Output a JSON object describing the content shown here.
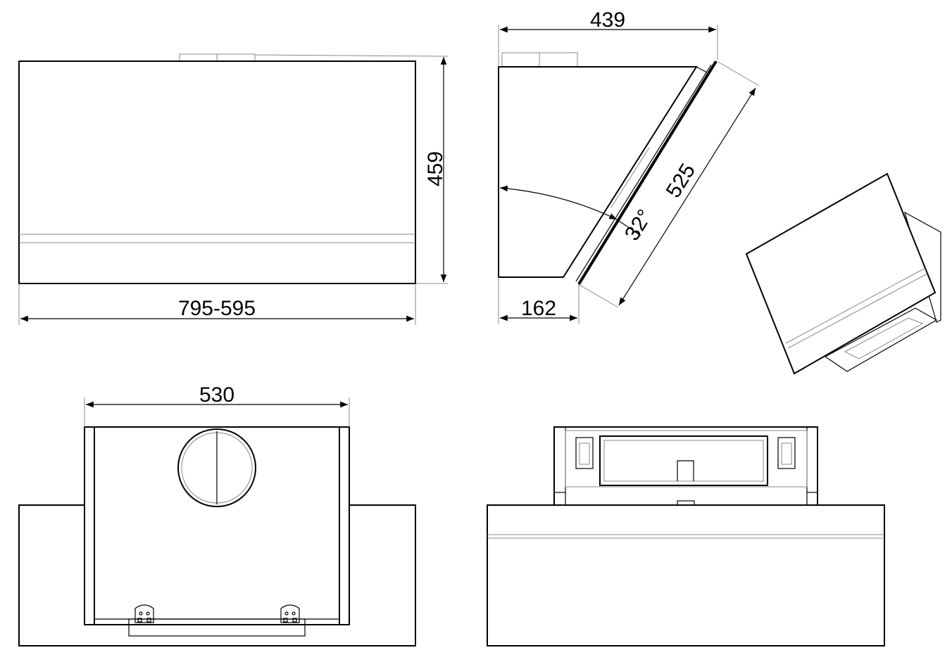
{
  "drawing": {
    "front_view": {
      "height_label": "459",
      "width_label": "795-595"
    },
    "side_view": {
      "depth_label": "439",
      "base_depth_label": "162",
      "panel_length_label": "525",
      "angle_label": "32°"
    },
    "rear_view": {
      "width_label": "530"
    }
  }
}
